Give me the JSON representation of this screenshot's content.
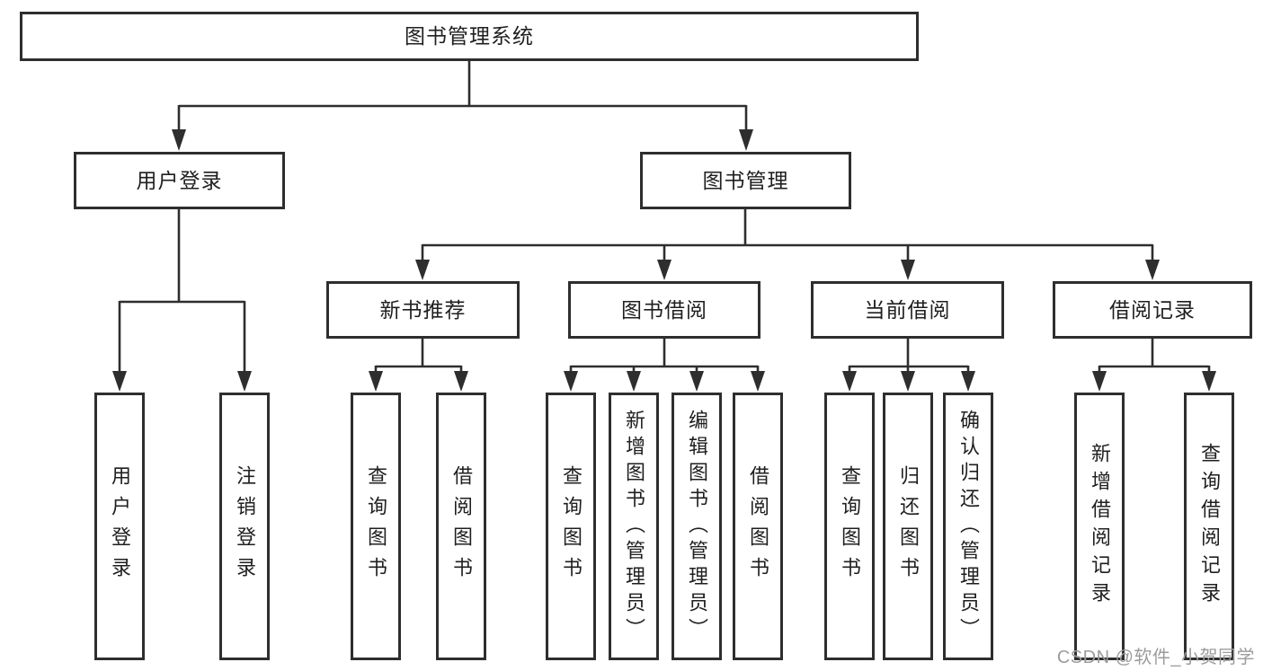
{
  "nodes": {
    "root": "图书管理系统",
    "l2_user": "用户登录",
    "l2_book": "图书管理",
    "l3_new": "新书推荐",
    "l3_borrow": "图书借阅",
    "l3_current": "当前借阅",
    "l3_record": "借阅记录",
    "leaf_user_login": "用户登录",
    "leaf_logout": "注销登录",
    "leaf_new_query": "查询图书",
    "leaf_new_borrow": "借阅图书",
    "leaf_bb_query": "查询图书",
    "leaf_bb_add": "新增图书（管理员）",
    "leaf_bb_edit": "编辑图书（管理员）",
    "leaf_bb_borrow": "借阅图书",
    "leaf_cb_query": "查询图书",
    "leaf_cb_return": "归还图书",
    "leaf_cb_confirm": "确认归还（管理员）",
    "leaf_br_add": "新增借阅记录",
    "leaf_br_query": "查询借阅记录"
  },
  "watermark": "CSDN @软件_小贺同学",
  "colors": {
    "line": "#2e2e2e",
    "text": "#1f1f1f",
    "watermark": "#9c9c9c",
    "background": "#ffffff"
  }
}
